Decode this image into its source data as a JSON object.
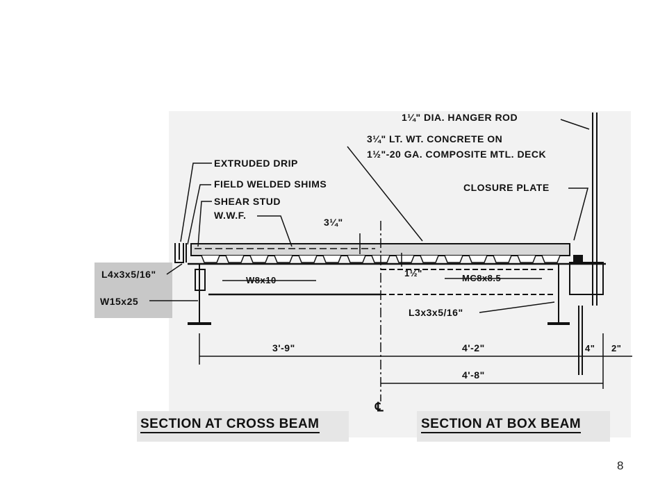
{
  "diagram": {
    "labels": {
      "hanger_rod": "1¼\" DIA. HANGER ROD",
      "concrete_line1": "3¼\" LT. WT. CONCRETE ON",
      "concrete_line2": "1½\"-20 GA. COMPOSITE MTL. DECK",
      "extruded_drip": "EXTRUDED DRIP",
      "field_welded_shims": "FIELD WELDED SHIMS",
      "shear_stud": "SHEAR STUD",
      "wwf": "W.W.F.",
      "closure_plate": "CLOSURE PLATE",
      "slab_thickness": "3¼\"",
      "deck_depth": "1½\"",
      "angle_left": "L4x3x5/16\"",
      "beam_w15": "W15x25",
      "beam_w8": "W8x10",
      "channel_mc8": "MC8x8.5",
      "angle_right": "L3x3x5/16\"",
      "centerline": "℄"
    },
    "dimensions": {
      "left_span": "3'-9\"",
      "right_span": "4'-2\"",
      "rod_offset": "4\"",
      "edge_offset": "2\"",
      "total_right": "4'-8\""
    },
    "titles": {
      "left": "SECTION AT CROSS BEAM",
      "right": "SECTION AT BOX BEAM"
    }
  },
  "slide_number": "8"
}
